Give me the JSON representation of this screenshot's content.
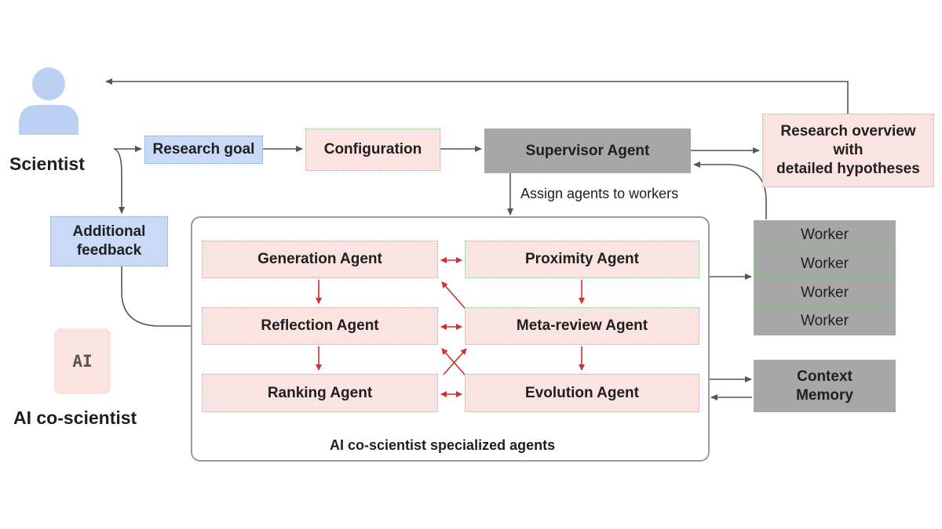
{
  "actors": {
    "scientist_label": "Scientist",
    "ai_badge": "AI",
    "ai_label": "AI co-scientist"
  },
  "nodes": {
    "research_goal": "Research goal",
    "configuration": "Configuration",
    "supervisor": "Supervisor Agent",
    "research_overview": [
      "Research overview",
      "with",
      "detailed hypotheses"
    ],
    "additional_feedback": [
      "Additional",
      "feedback"
    ]
  },
  "edge_labels": {
    "assign": "Assign agents to workers"
  },
  "agents": {
    "generation": "Generation Agent",
    "proximity": "Proximity  Agent",
    "reflection": "Reflection Agent",
    "meta_review": "Meta-review Agent",
    "ranking": "Ranking Agent",
    "evolution": "Evolution Agent",
    "container_label": "AI co-scientist specialized agents"
  },
  "workers": [
    "Worker",
    "Worker",
    "Worker",
    "Worker"
  ],
  "context_memory": [
    "Context",
    "Memory"
  ],
  "colors": {
    "agent_fill": "#fbe3e1",
    "input_fill": "#c9d9f7",
    "system_fill": "#a7a7a7",
    "arrow_gray": "#555555",
    "arrow_red": "#d32f2f",
    "user_icon": "#bcd0f3"
  }
}
